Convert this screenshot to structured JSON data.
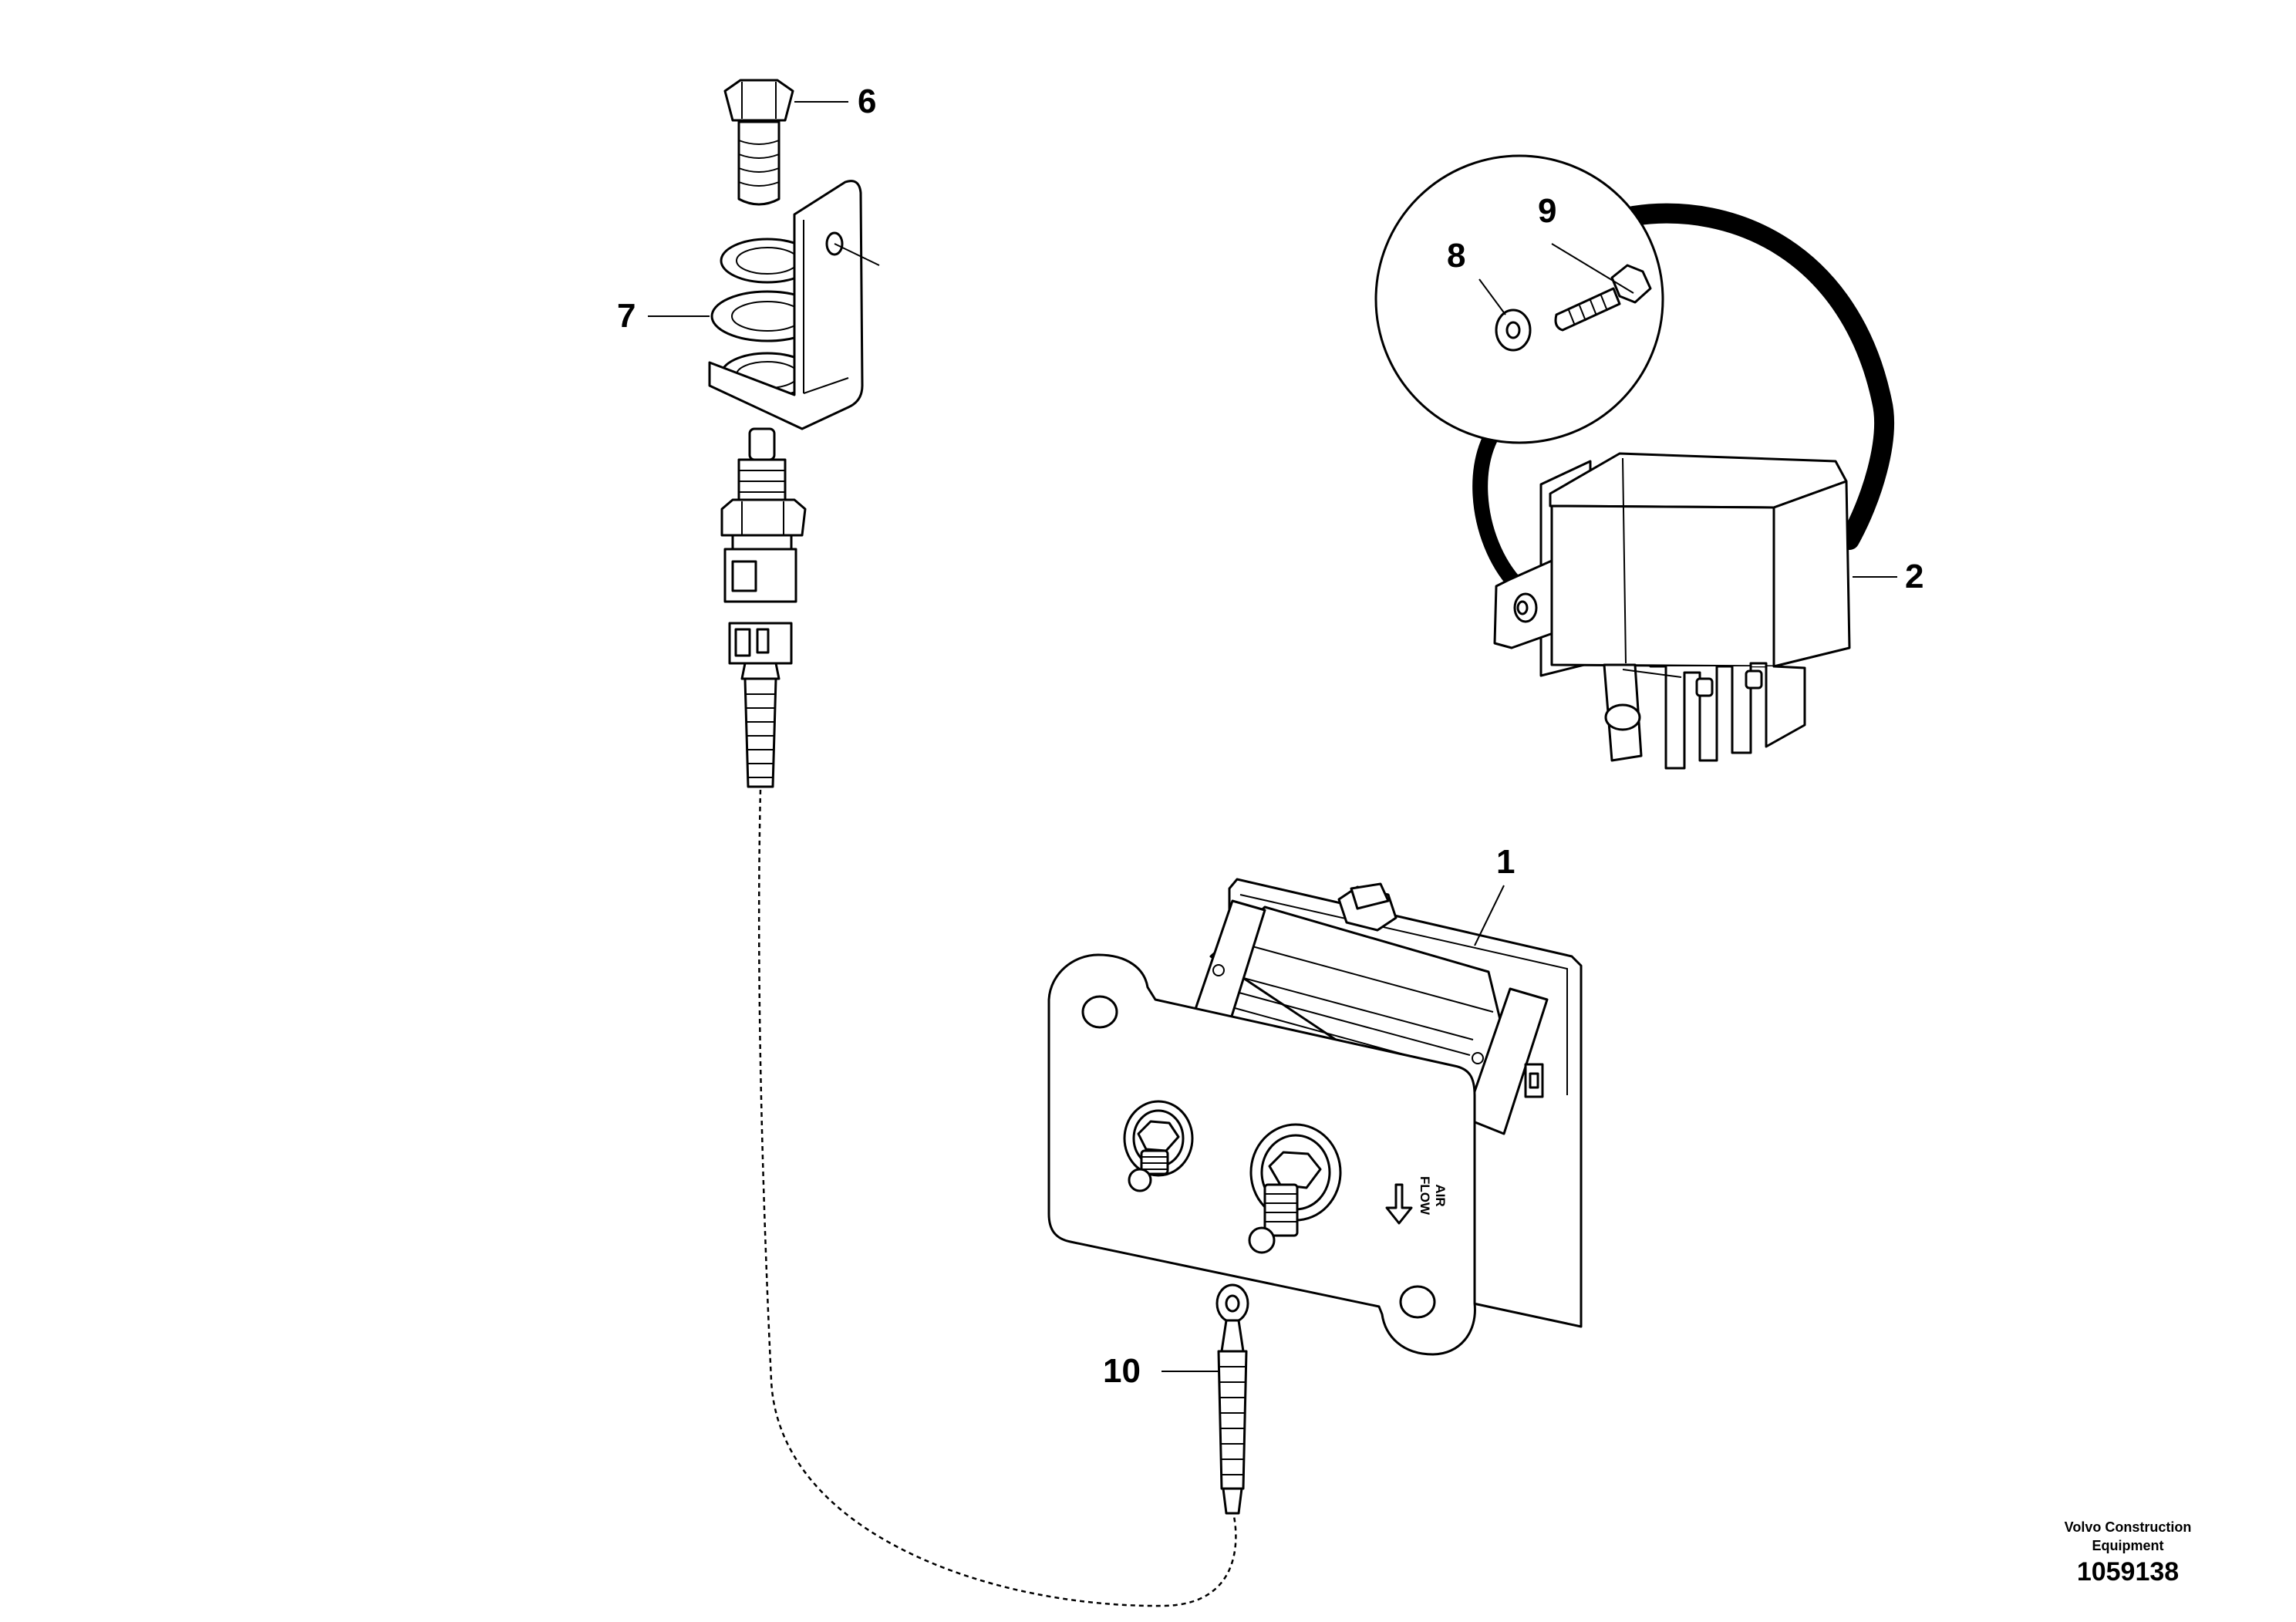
{
  "callouts": {
    "c1": "1",
    "c2": "2",
    "c6": "6",
    "c7": "7",
    "c8": "8",
    "c9": "9",
    "c10": "10"
  },
  "heater_marking": {
    "line1": "AIR",
    "line2": "FLOW"
  },
  "footer": {
    "company_line1": "Volvo Construction",
    "company_line2": "Equipment",
    "drawing_number": "1059138"
  }
}
